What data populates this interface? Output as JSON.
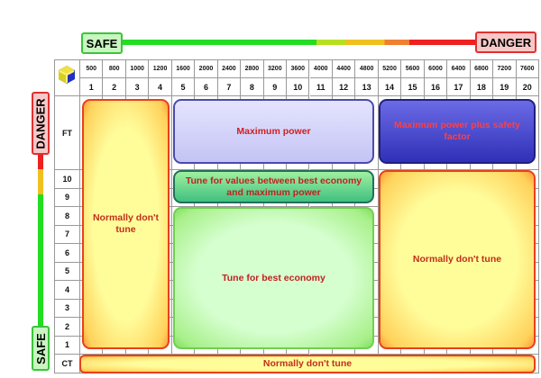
{
  "top_scale": {
    "safe_label": "SAFE",
    "danger_label": "DANGER"
  },
  "side_scale": {
    "safe_label": "SAFE",
    "danger_label": "DANGER"
  },
  "colors": {
    "green": "#22dd22",
    "yellowgreen": "#b8e020",
    "yellow": "#f0c020",
    "orange": "#f08030",
    "red": "#ee2020"
  },
  "rpm": [
    "500",
    "800",
    "1000",
    "1200",
    "1600",
    "2000",
    "2400",
    "2800",
    "3200",
    "3600",
    "4000",
    "4400",
    "4800",
    "5200",
    "5600",
    "6000",
    "6400",
    "6800",
    "7200",
    "7600"
  ],
  "columns": [
    "1",
    "2",
    "3",
    "4",
    "5",
    "6",
    "7",
    "8",
    "9",
    "10",
    "11",
    "12",
    "13",
    "14",
    "15",
    "16",
    "17",
    "18",
    "19",
    "20"
  ],
  "rows": [
    "FT",
    "10",
    "9",
    "8",
    "7",
    "6",
    "5",
    "4",
    "3",
    "2",
    "1",
    "CT"
  ],
  "regions": {
    "left_no_tune": "Normally don't tune",
    "max_power": "Maximum power",
    "max_power_safety": "Maximum power plus safety factor",
    "between": "Tune for values between best economy and maximum power",
    "best_economy": "Tune for best economy",
    "right_no_tune": "Normally don't tune",
    "ct_no_tune": "Normally don't tune"
  }
}
